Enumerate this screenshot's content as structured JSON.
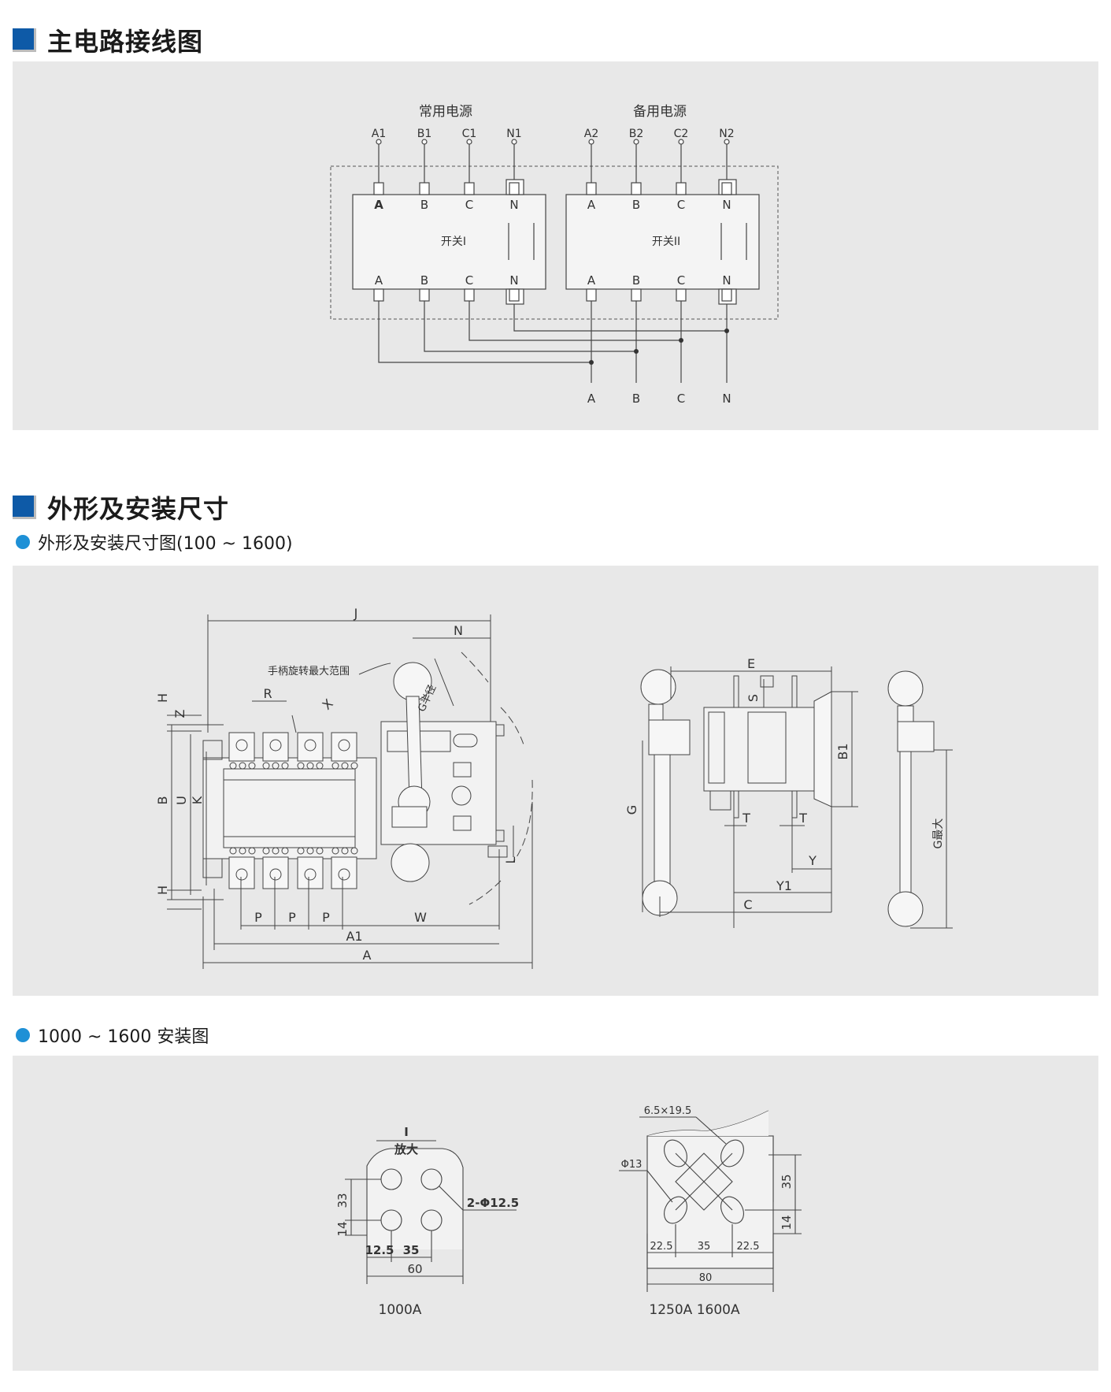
{
  "section1": {
    "title": "主电路接线图"
  },
  "wiring": {
    "source1": "常用电源",
    "source2": "备用电源",
    "top1": [
      "A1",
      "B1",
      "C1",
      "N1"
    ],
    "top2": [
      "A2",
      "B2",
      "C2",
      "N2"
    ],
    "phases": [
      "A",
      "B",
      "C",
      "N"
    ],
    "switch1": "开关I",
    "switch2": "开关II"
  },
  "section2": {
    "title": "外形及安装尺寸"
  },
  "sub1": {
    "title": "外形及安装尺寸图(100 ~ 1600)"
  },
  "dim": {
    "J": "J",
    "N": "N",
    "handle_range": "手柄旋转最大范围",
    "R": "R",
    "H": "H",
    "Z": "Z",
    "X": "X",
    "G_radius": "G半径",
    "B": "B",
    "U": "U",
    "K": "K",
    "P": "P",
    "W": "W",
    "A1": "A1",
    "A": "A",
    "L": "L",
    "E": "E",
    "S": "S",
    "B1": "B1",
    "G": "G",
    "T": "T",
    "Y": "Y",
    "Y1": "Y1",
    "C": "C",
    "G_max": "G最大"
  },
  "sub2": {
    "title": "1000 ~ 1600 安装图"
  },
  "install": {
    "detail_label": "I",
    "enlarge": "放大",
    "holes": "2-Φ12.5",
    "d33": "33",
    "d14": "14",
    "d12_5": "12.5",
    "d35": "35",
    "d60": "60",
    "caption1": "1000A",
    "slot": "6.5×19.5",
    "phi13": "Φ13",
    "r35": "35",
    "r14": "14",
    "r22_5a": "22.5",
    "r35b": "35",
    "r22_5b": "22.5",
    "r80": "80",
    "caption2": "1250A 1600A"
  }
}
